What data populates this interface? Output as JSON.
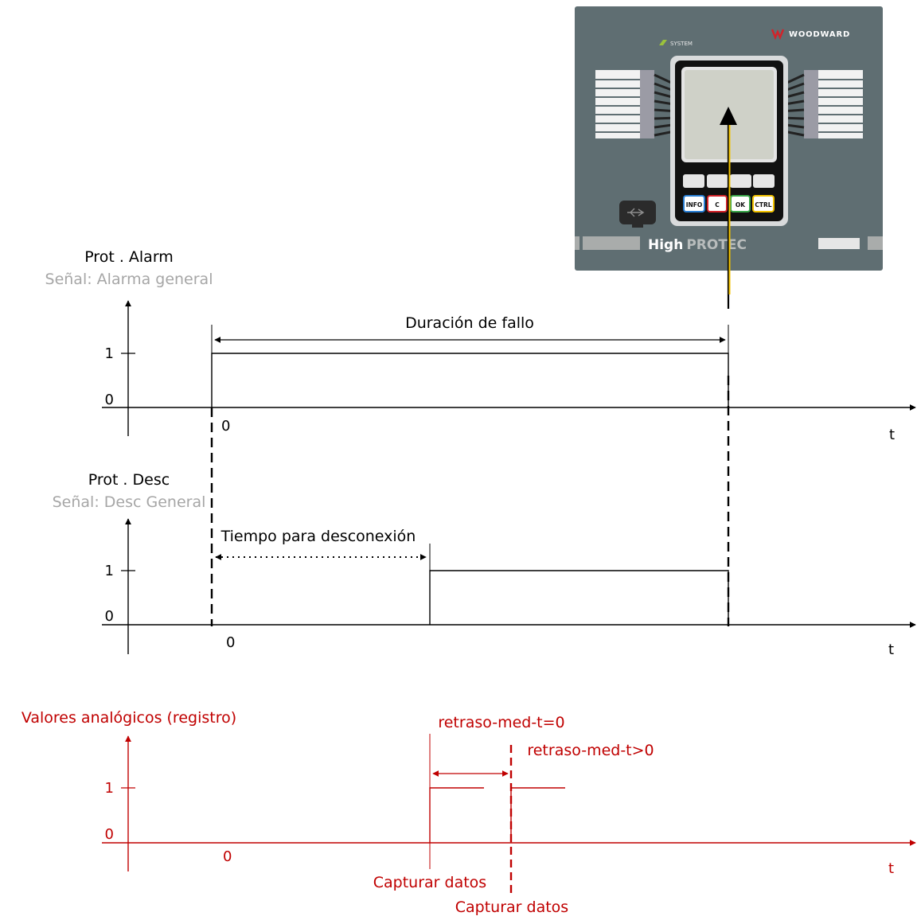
{
  "device": {
    "brand": "WOODWARD",
    "system_label": "SYSTEM",
    "model_high": "High",
    "model_protec": "PROTEC",
    "buttons": [
      "INFO",
      "C",
      "OK",
      "CTRL"
    ],
    "colors": {
      "panel": "#5f6e72",
      "screen": "#cfd1c8",
      "indicator": "#f2c200"
    }
  },
  "alarm": {
    "title": "Prot . Alarm",
    "subtitle": "Señal: Alarma general",
    "y_hi": "1",
    "y_lo": "0",
    "x_origin": "0",
    "x_axis": "t",
    "span_label": "Duración de fallo"
  },
  "trip": {
    "title": "Prot . Desc",
    "subtitle": "Señal: Desc General",
    "y_hi": "1",
    "y_lo": "0",
    "x_origin": "0",
    "x_axis": "t",
    "span_label": "Tiempo para desconexión"
  },
  "analog": {
    "title": "Valores analógicos (registro)",
    "y_hi": "1",
    "y_lo": "0",
    "x_origin": "0",
    "x_axis": "t",
    "delay_zero": "retraso-med-t=0",
    "delay_pos": "retraso-med-t>0",
    "capture_1": "Capturar datos",
    "capture_2": "Capturar datos",
    "color": "#c00000"
  }
}
